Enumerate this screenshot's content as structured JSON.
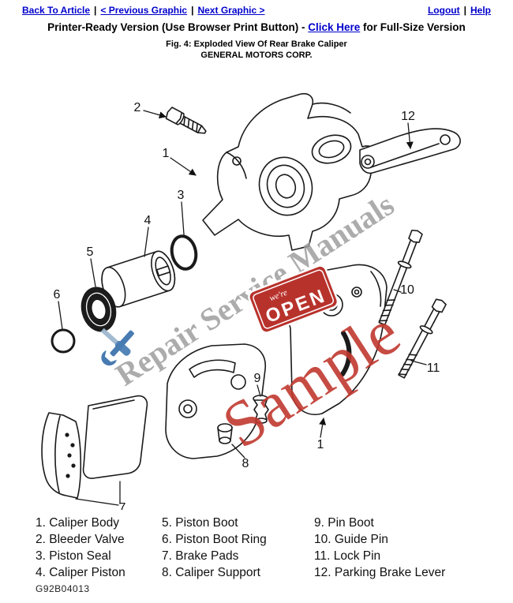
{
  "nav": {
    "separator": "|",
    "back_to_article": "Back To Article",
    "previous_graphic": "< Previous Graphic",
    "next_graphic": "Next Graphic >",
    "logout": "Logout",
    "help": "Help"
  },
  "header": {
    "printer_line_prefix": "Printer-Ready Version (Use Browser Print Button) - ",
    "click_here": "Click Here",
    "printer_line_suffix": " for Full-Size Version",
    "figure_caption": "Fig. 4: Exploded View Of Rear Brake Caliper",
    "company": "GENERAL MOTORS CORP."
  },
  "diagram": {
    "callouts": {
      "caliper_body": "1",
      "bleeder_valve": "2",
      "piston_seal": "3",
      "caliper_piston": "4",
      "piston_boot": "5",
      "piston_boot_ring": "6",
      "brake_pads": "7",
      "caliper_support": "8",
      "pin_boot": "9",
      "guide_pin": "10",
      "lock_pin": "11",
      "parking_brake_lever": "12",
      "caliper_body_2": "1"
    },
    "watermark": {
      "line1": "Repair Service Manuals",
      "line2": "Sample",
      "open_sign": "OPEN",
      "open_sign_small": "we're"
    }
  },
  "legend": {
    "columns": [
      {
        "items": [
          "1. Caliper Body",
          "2. Bleeder Valve",
          "3. Piston Seal",
          "4. Caliper Piston"
        ]
      },
      {
        "items": [
          "5. Piston Boot",
          "6. Piston Boot Ring",
          "7. Brake Pads",
          "8. Caliper Support"
        ]
      },
      {
        "items": [
          "9. Pin Boot",
          "10. Guide Pin",
          "11. Lock Pin",
          "12. Parking Brake Lever"
        ]
      }
    ]
  },
  "footer": {
    "code": "G92B04013"
  },
  "colors": {
    "link": "#0000cc",
    "watermark_gray": "#9b9b9b",
    "watermark_red": "#c0392f",
    "open_sign_red": "#b8322c"
  }
}
